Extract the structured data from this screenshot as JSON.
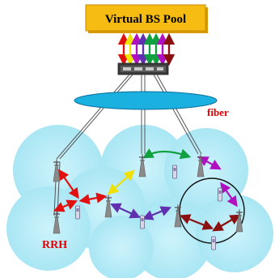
{
  "diagram": {
    "pool_label": "Virtual BS Pool",
    "fiber_label": "fiber",
    "rrh_label": "RRH"
  },
  "colors": {
    "pool_fill": "#f5b800",
    "fiber_fill": "#1ab0e0",
    "cell_fill": "#b8ecf6",
    "label_red": "#e00000",
    "tower_gray": "#7f7f7f",
    "arrow_red": "#e01010",
    "arrow_green": "#10a040",
    "arrow_magenta": "#b010c0",
    "arrow_purple": "#6030b0",
    "arrow_yellow": "#f0e000",
    "arrow_darkred": "#8b1010"
  }
}
